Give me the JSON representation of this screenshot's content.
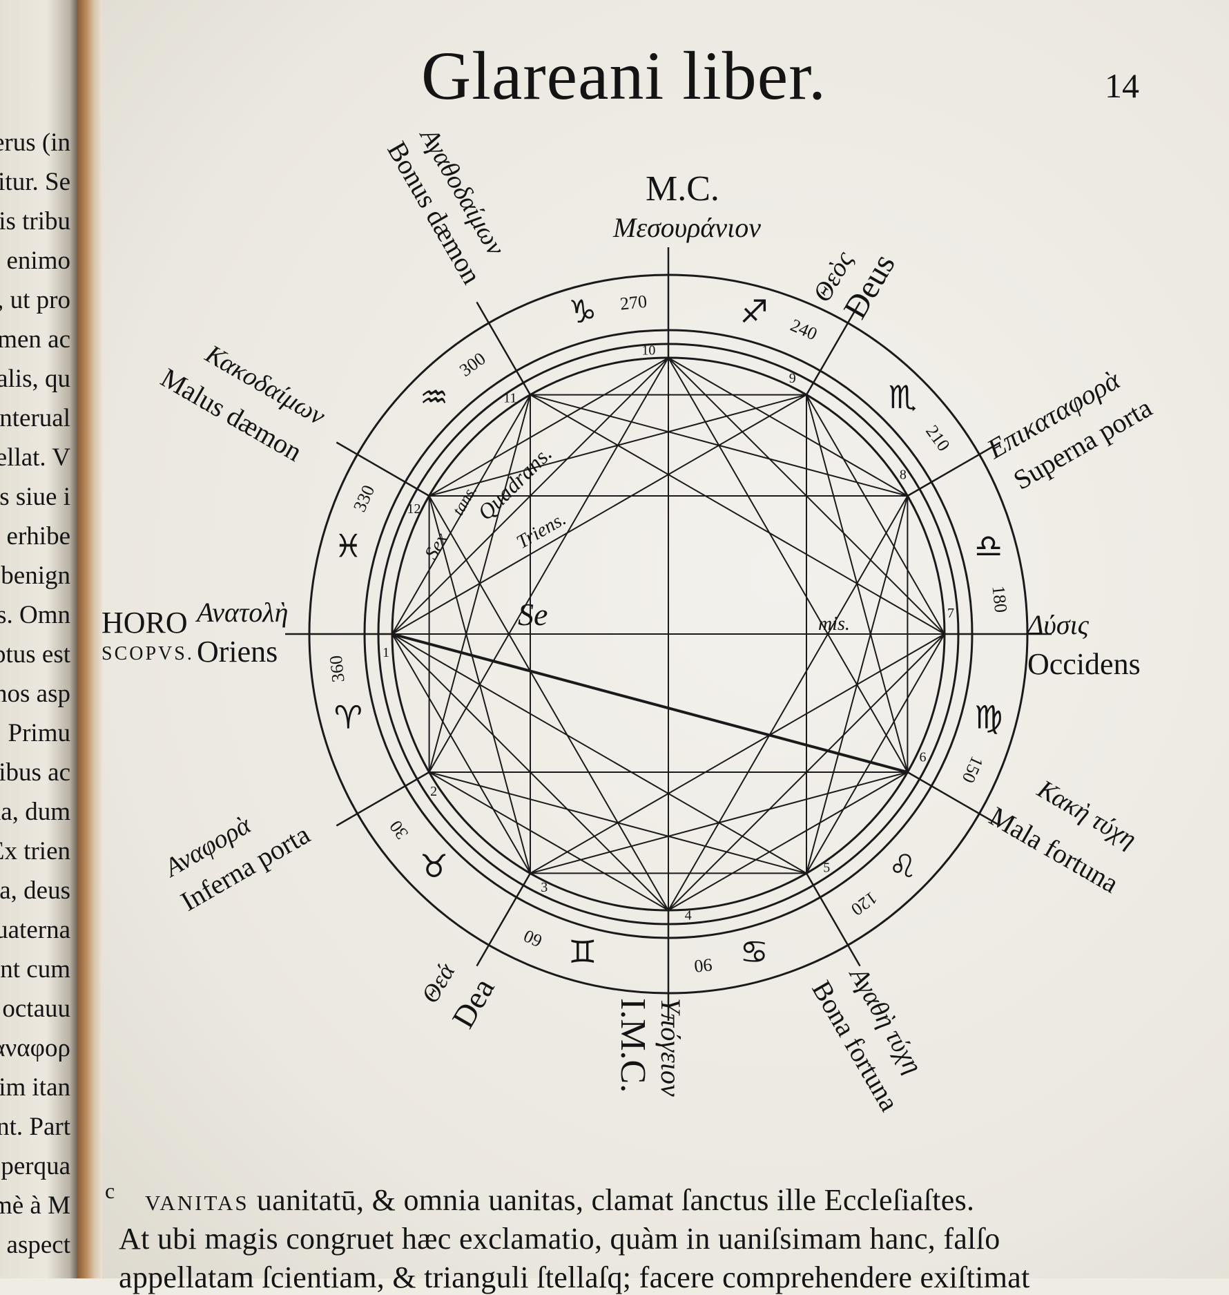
{
  "left_page": {
    "lines": [
      "umerus (in",
      "icitur. Se",
      "gnis tribu",
      "id enimo",
      "ella, ut pro",
      "nomen ac",
      "entalis, qu",
      "interual",
      "pellat. V",
      "is siue i",
      "erhibe",
      "benign",
      "is. Omn",
      "ptus est",
      "ernos asp",
      "o. Primu",
      "ntibus ac",
      "ianda, dum",
      ". Ex trien",
      "una, deus",
      "quaterna",
      "istant cum",
      "& octauu",
      "ecc ἀναφορ",
      "cim itan",
      "nt. Part",
      "s perqua",
      "imè à M",
      "x aspect"
    ]
  },
  "header": {
    "running_title": "Glareani liber.",
    "folio": "14"
  },
  "diagram": {
    "mc_latin": "M.C.",
    "mc_greek": "Μεσουράνιον",
    "imc_latin": "I.M.C.",
    "imc_greek": "Υπόγειον",
    "horoscopus_1": "HORO",
    "horoscopus_2": "SCOPVS.",
    "east_greek": "Ανατολὴ",
    "east_latin": "Oriens",
    "west_greek": "Δύσις",
    "west_latin": "Occidens",
    "h11_greek": "Αγαθοδαίμων",
    "h11_latin": "Bonus dæmon",
    "h12_greek": "Κακοδαίμων",
    "h12_latin": "Malus dæmon",
    "h9_greek": "Θεὸς",
    "h9_latin": "Deus",
    "h8_greek": "Επικαταφορὰ",
    "h8_latin": "Superna porta",
    "h2_greek": "Αναφορὰ",
    "h2_latin": "Inferna porta",
    "h3_greek": "Θεά",
    "h3_latin": "Dea",
    "h5_greek": "Αγαθὴ τύχη",
    "h5_latin": "Bona fortuna",
    "h6_greek": "Κακὴ τύχη",
    "h6_latin": "Mala fortuna",
    "degrees": [
      "270",
      "240",
      "210",
      "180",
      "150",
      "120",
      "90",
      "60",
      "30",
      "360",
      "330",
      "300"
    ],
    "inner_numbers": [
      "10",
      "9",
      "8",
      "7",
      "6",
      "5",
      "4",
      "3",
      "2",
      "1",
      "12",
      "11"
    ],
    "aspects": [
      "Sex",
      "tans.",
      "Quadrans.",
      "Triens.",
      "Se",
      "mis."
    ],
    "signs": [
      "♑",
      "♐",
      "♏",
      "♎",
      "♍",
      "♌",
      "♋",
      "♊",
      "♉",
      "♈",
      "♓",
      "♒"
    ]
  },
  "body_text": {
    "margin_letter": "c",
    "line1_caps": "VANITAS",
    "line1_rest": "uanitatū, & omnia uanitas, clamat ſanctus ille Eccleſiaſtes.",
    "line2": "At ubi magis congruet hæc exclamatio, quàm in uaniſsimam hanc, falſo",
    "line3": "appellatam ſcientiam, & trianguli ſtellaſq; facere comprehendere exiſtimat"
  },
  "colors": {
    "paper": "#efece4",
    "ink": "#141414",
    "gutter": "#8b5a32"
  }
}
